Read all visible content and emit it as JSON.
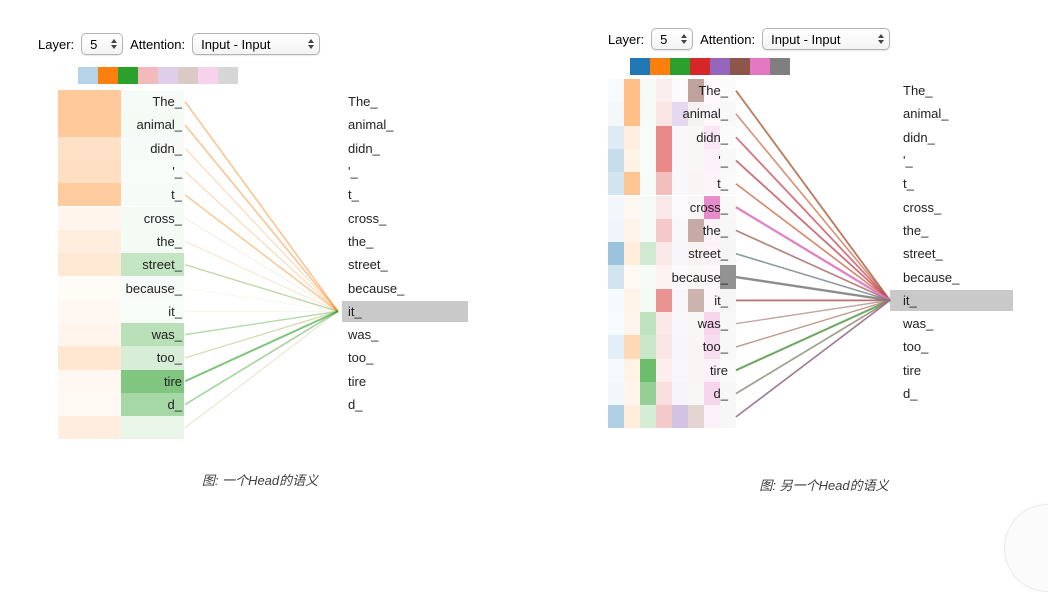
{
  "head_palette": [
    "#1f77b4",
    "#ff7f0e",
    "#2ca02c",
    "#d62728",
    "#9467bd",
    "#8c564b",
    "#e377c2",
    "#7f7f7f"
  ],
  "highlight_color": "#c9c9c9",
  "tokens": [
    "The_",
    "animal_",
    "didn_",
    "'_",
    "t_",
    "cross_",
    "the_",
    "street_",
    "because_",
    "it_",
    "was_",
    "too_",
    "tire",
    "d_"
  ],
  "selected_token": "it_",
  "selected_index": 9,
  "panels": [
    {
      "name": "one-head-semantics",
      "controls": {
        "layer_label": "Layer:",
        "layer_value": "5",
        "attention_label": "Attention:",
        "attention_value": "Input - Input"
      },
      "caption": "图: 一个Head的语义",
      "heads_active": [
        false,
        true,
        true,
        false,
        false,
        false,
        false,
        false
      ],
      "head_indices": [
        1,
        2
      ],
      "weights": [
        [
          0.42,
          0.42,
          0.23,
          0.25,
          0.4,
          0.08,
          0.14,
          0.18,
          0.03,
          0.06,
          0.08,
          0.19,
          0.06,
          0.05,
          0.13
        ],
        [
          0.04,
          0.05,
          0.04,
          0.03,
          0.04,
          0.05,
          0.05,
          0.28,
          0.04,
          0.03,
          0.33,
          0.19,
          0.6,
          0.42,
          0.1
        ]
      ]
    },
    {
      "name": "another-head-semantics",
      "controls": {
        "layer_label": "Layer:",
        "layer_value": "5",
        "attention_label": "Attention:",
        "attention_value": "Input - Input"
      },
      "caption": "图: 另一个Head的语义",
      "heads_active": [
        true,
        true,
        true,
        true,
        true,
        true,
        true,
        true
      ],
      "head_indices": [
        0,
        1,
        2,
        3,
        4,
        5,
        6,
        7
      ],
      "weights": [
        [
          0.03,
          0.05,
          0.15,
          0.25,
          0.2,
          0.06,
          0.07,
          0.45,
          0.2,
          0.04,
          0.03,
          0.12,
          0.04,
          0.06,
          0.35
        ],
        [
          0.5,
          0.5,
          0.12,
          0.1,
          0.45,
          0.06,
          0.1,
          0.15,
          0.05,
          0.1,
          0.08,
          0.3,
          0.1,
          0.08,
          0.15
        ],
        [
          0.04,
          0.04,
          0.03,
          0.03,
          0.03,
          0.04,
          0.04,
          0.22,
          0.04,
          0.05,
          0.3,
          0.25,
          0.7,
          0.5,
          0.2
        ],
        [
          0.08,
          0.12,
          0.55,
          0.55,
          0.3,
          0.1,
          0.25,
          0.1,
          0.06,
          0.5,
          0.1,
          0.12,
          0.08,
          0.15,
          0.25
        ],
        [
          0.03,
          0.25,
          0.05,
          0.05,
          0.05,
          0.04,
          0.05,
          0.06,
          0.04,
          0.06,
          0.05,
          0.06,
          0.05,
          0.08,
          0.4
        ],
        [
          0.55,
          0.08,
          0.05,
          0.05,
          0.06,
          0.05,
          0.5,
          0.07,
          0.05,
          0.45,
          0.05,
          0.06,
          0.06,
          0.05,
          0.25
        ],
        [
          0.05,
          0.06,
          0.18,
          0.1,
          0.08,
          0.85,
          0.08,
          0.1,
          0.05,
          0.06,
          0.3,
          0.25,
          0.1,
          0.3,
          0.1
        ],
        [
          0.03,
          0.05,
          0.03,
          0.05,
          0.04,
          0.05,
          0.06,
          0.07,
          0.85,
          0.08,
          0.05,
          0.05,
          0.04,
          0.06,
          0.06
        ]
      ]
    }
  ]
}
